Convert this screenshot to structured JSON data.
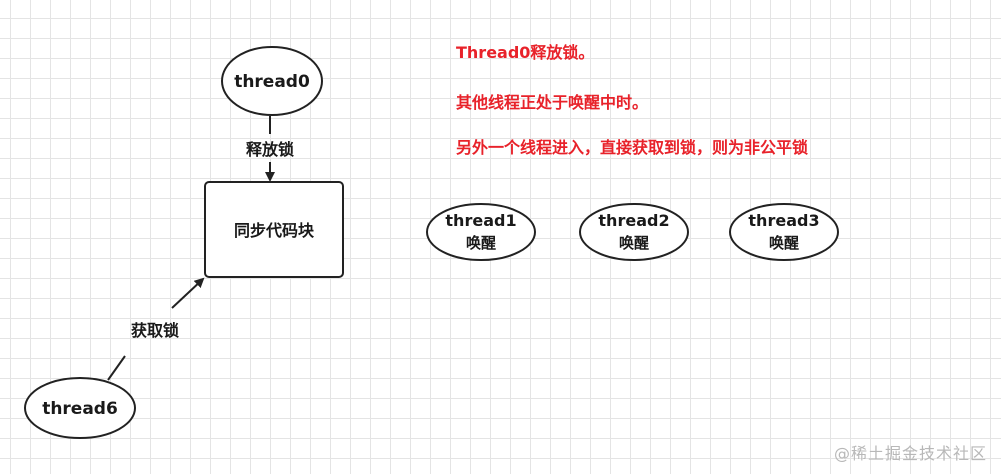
{
  "nodes": {
    "thread0": "thread0",
    "sync_block": "同步代码块",
    "thread6": "thread6",
    "thread1": {
      "name": "thread1",
      "state": "唤醒"
    },
    "thread2": {
      "name": "thread2",
      "state": "唤醒"
    },
    "thread3": {
      "name": "thread3",
      "state": "唤醒"
    }
  },
  "edges": {
    "release": "释放锁",
    "acquire": "获取锁"
  },
  "notes": [
    "Thread0释放锁。",
    "其他线程正处于唤醒中时。",
    "另外一个线程进入，直接获取到锁，则为非公平锁"
  ],
  "colors": {
    "note_text": "#e8222a",
    "stroke": "#222222",
    "text": "#1a1a1a"
  },
  "watermark": "@稀土掘金技术社区"
}
